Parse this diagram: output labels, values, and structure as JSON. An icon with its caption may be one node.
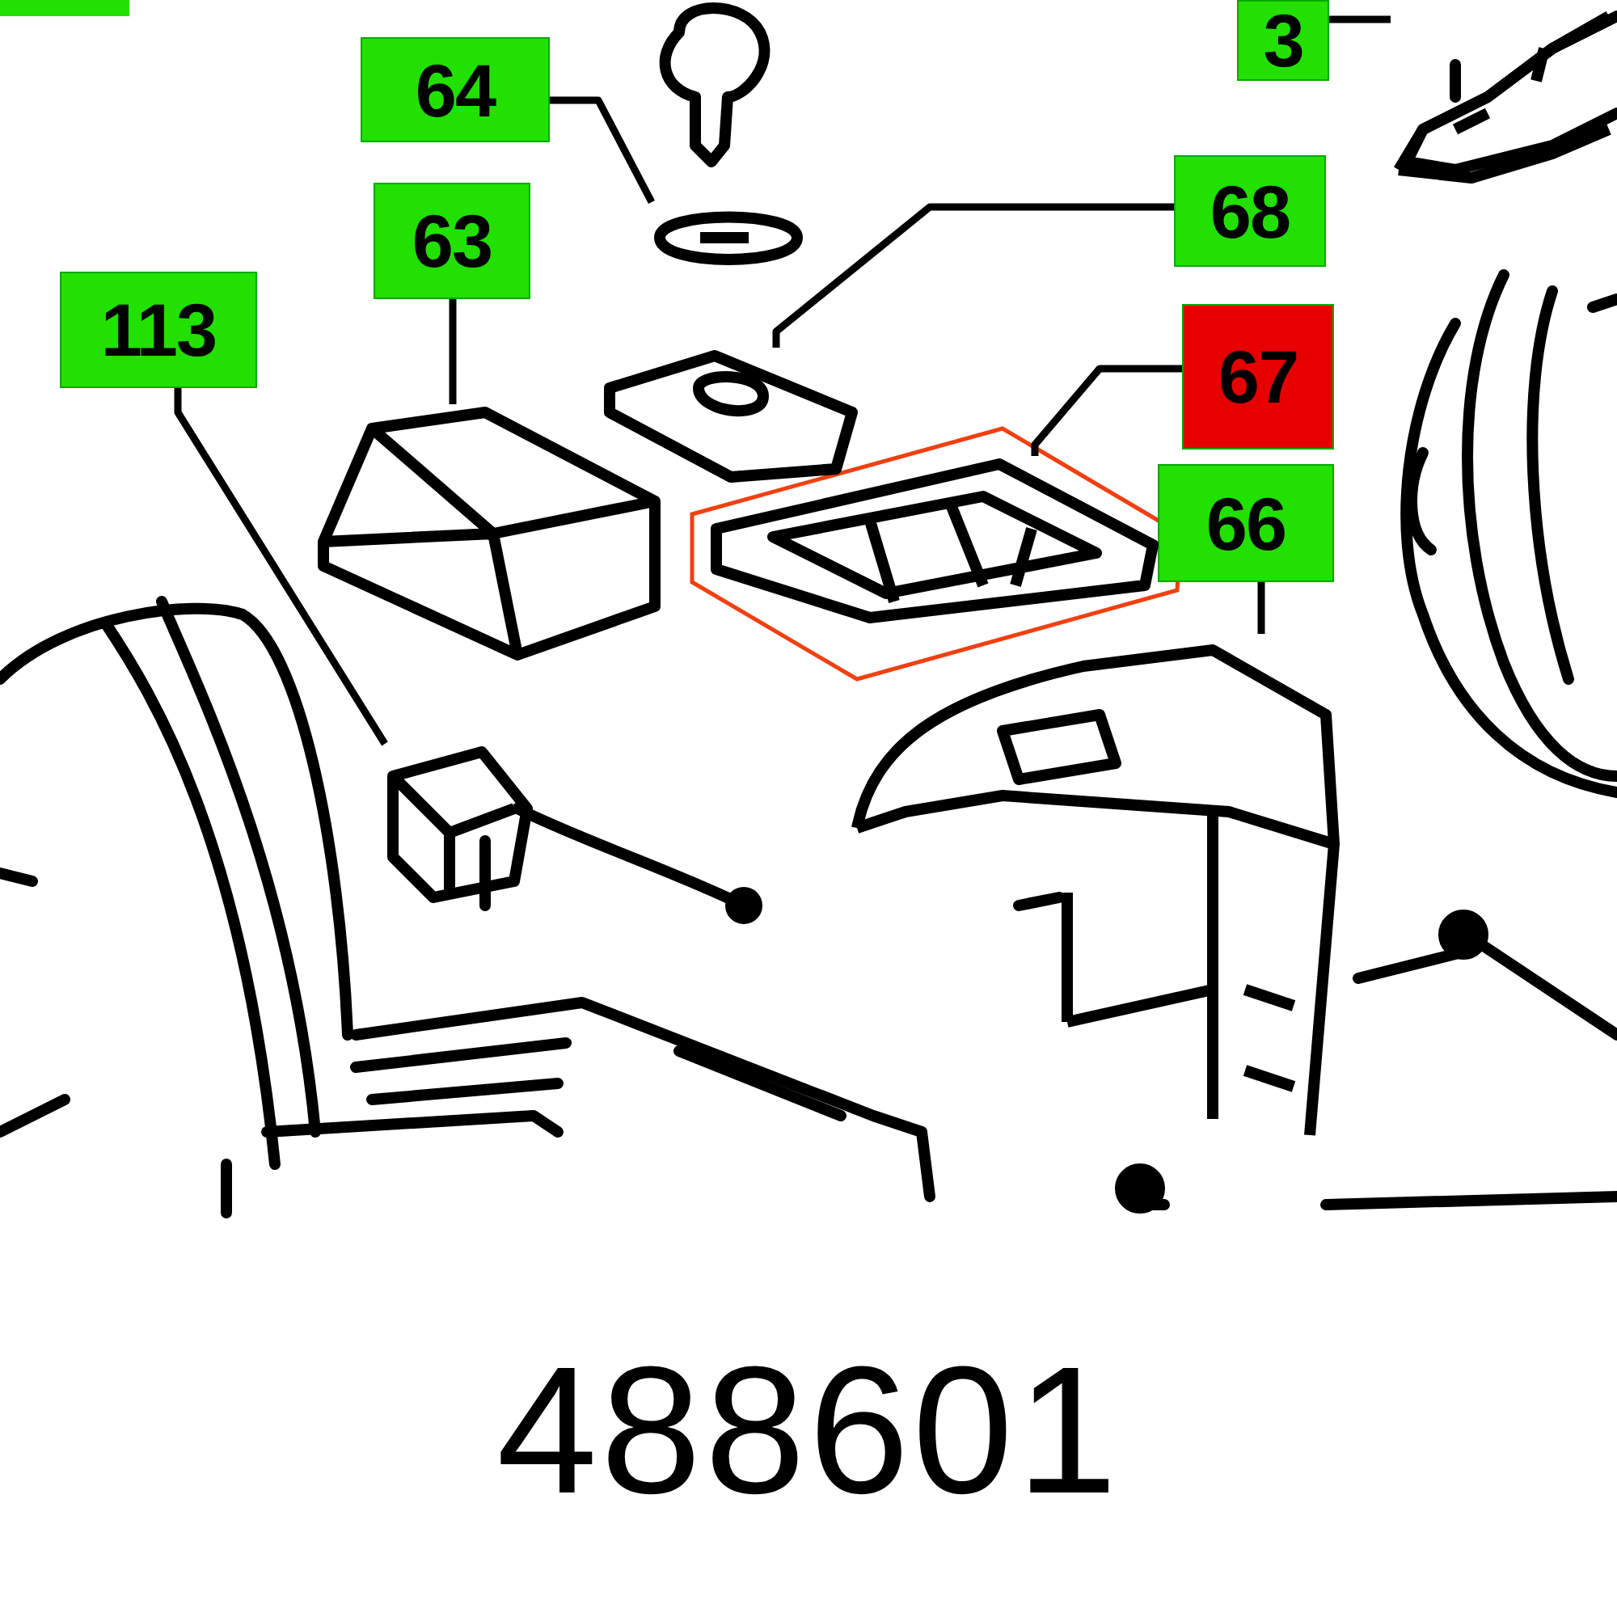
{
  "diagram": {
    "caption": "488601",
    "nodes": [
      {
        "text": [
          "3"
        ]
      },
      {
        "text": [
          "64"
        ]
      },
      {
        "text": [
          "63"
        ]
      },
      {
        "text": [
          "68"
        ]
      },
      {
        "text": [
          "113"
        ]
      },
      {
        "text": [
          "67"
        ]
      },
      {
        "text": [
          "66"
        ]
      },
      {
        "text": [],
        "shape": "picture"
      },
      {
        "text": [],
        "shape": "picture"
      },
      {
        "text": [],
        "shape": "picture"
      },
      {
        "text": [],
        "shape": "picture"
      },
      {
        "text": [],
        "shape": "picture"
      },
      {
        "text": [],
        "shape": "picture"
      },
      {
        "text": [],
        "shape": "picture"
      }
    ],
    "edges": [
      {
        "from": 1,
        "to": 7,
        "arrow": "none"
      },
      {
        "from": 0,
        "to": 8,
        "arrow": "none"
      },
      {
        "from": 2,
        "to": 9,
        "arrow": "none"
      },
      {
        "from": 3,
        "to": 10,
        "arrow": "none"
      },
      {
        "from": 4,
        "to": 11,
        "arrow": "none"
      },
      {
        "from": 5,
        "to": 12,
        "arrow": "none"
      },
      {
        "from": 6,
        "to": 13,
        "arrow": "none"
      }
    ]
  }
}
